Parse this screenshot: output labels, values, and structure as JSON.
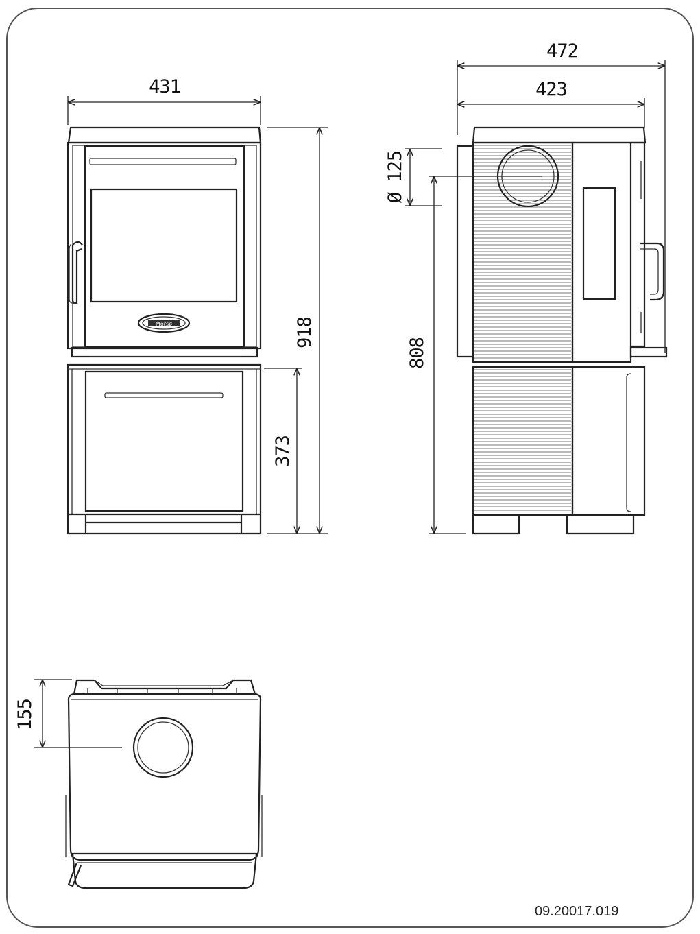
{
  "drawing_ref": "09.20017.019",
  "logo_text": "Morsø",
  "dimensions": {
    "front_width": "431",
    "total_height": "918",
    "base_height": "373",
    "side_depth_total": "472",
    "side_depth_body": "423",
    "flue_diameter": "Ø 125",
    "flue_height": "808",
    "top_flue_offset": "155"
  }
}
